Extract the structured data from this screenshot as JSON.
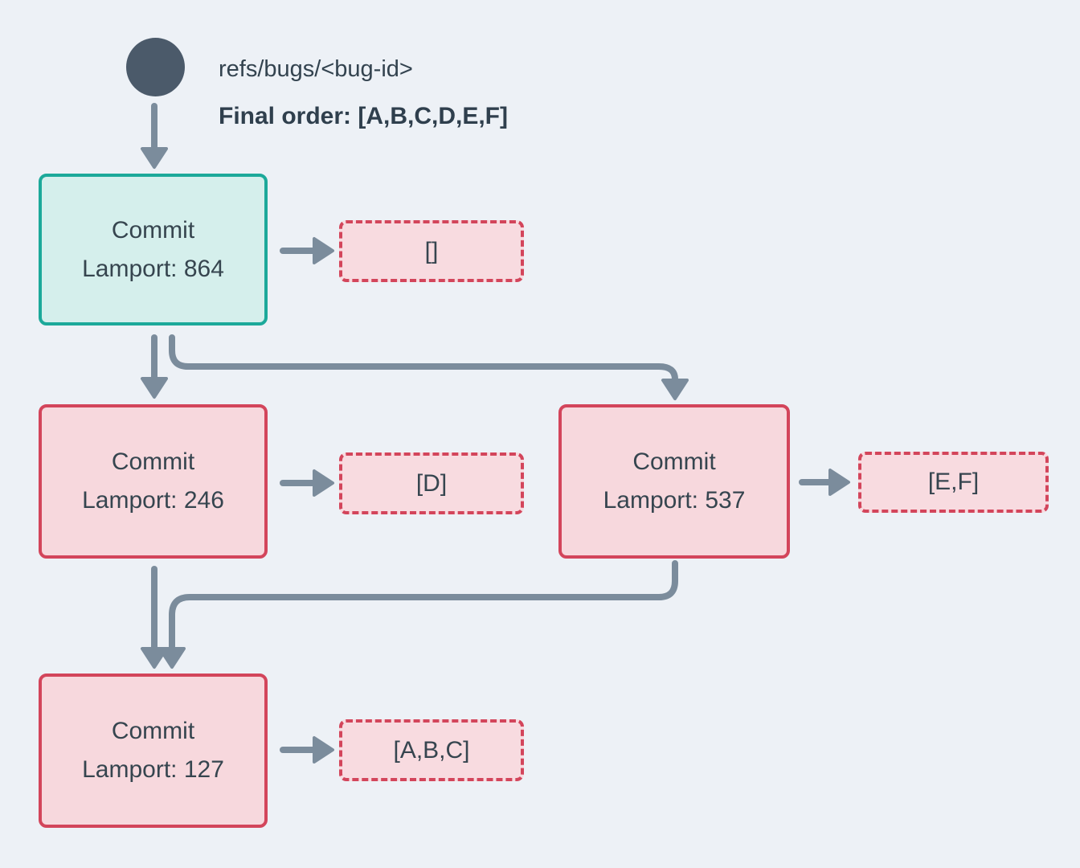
{
  "header": {
    "ref_name": "refs/bugs/<bug-id>",
    "final_order": "Final order: [A,B,C,D,E,F]"
  },
  "nodes": {
    "root": {
      "title": "Commit",
      "lamport": "Lamport: 864",
      "list": "[]"
    },
    "left": {
      "title": "Commit",
      "lamport": "Lamport: 246",
      "list": "[D]"
    },
    "right": {
      "title": "Commit",
      "lamport": "Lamport: 537",
      "list": "[E,F]"
    },
    "merge": {
      "title": "Commit",
      "lamport": "Lamport: 127",
      "list": "[A,B,C]"
    }
  },
  "colors": {
    "background": "#edf1f6",
    "arrow": "#7b8c9c",
    "ref_circle": "#4b5a6a",
    "teal_border": "#1ca99a",
    "teal_fill": "#d5efec",
    "red_border": "#d3455b",
    "red_fill": "#f7d8dd",
    "dashed_fill": "#f8dbe0",
    "text": "#36454f"
  }
}
